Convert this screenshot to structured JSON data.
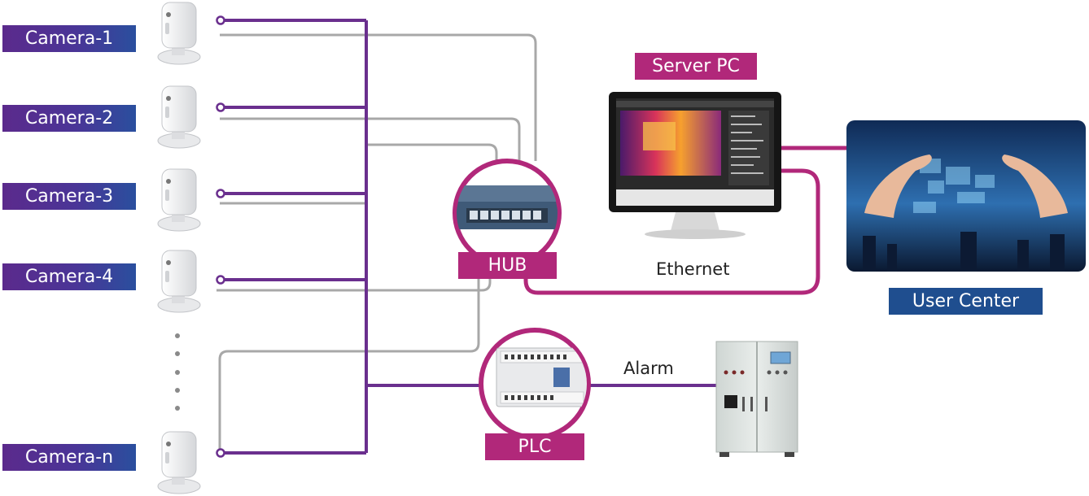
{
  "cameras": [
    {
      "label": "Camera-1"
    },
    {
      "label": "Camera-2"
    },
    {
      "label": "Camera-3"
    },
    {
      "label": "Camera-4"
    },
    {
      "label": "Camera-n"
    }
  ],
  "nodes": {
    "hub": "HUB",
    "plc": "PLC",
    "server": "Server PC",
    "user_center": "User Center"
  },
  "links": {
    "ethernet": "Ethernet",
    "alarm": "Alarm"
  },
  "colors": {
    "purple": "#6a2f8e",
    "magenta": "#b1287a",
    "grey": "#a8a8a8",
    "blue": "#1f4e8f"
  }
}
